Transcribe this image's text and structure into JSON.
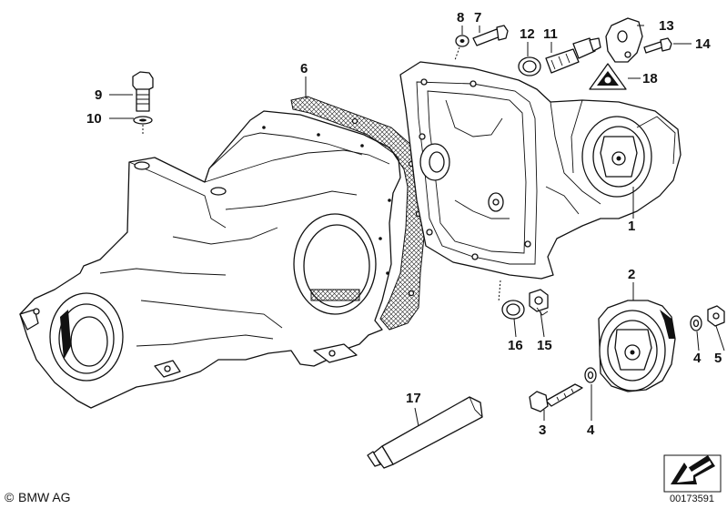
{
  "callouts": {
    "p1": "1",
    "p2": "2",
    "p3": "3",
    "p4a": "4",
    "p4b": "4",
    "p5": "5",
    "p6": "6",
    "p7": "7",
    "p8": "8",
    "p9": "9",
    "p10": "10",
    "p11": "11",
    "p12": "12",
    "p13": "13",
    "p14": "14",
    "p15": "15",
    "p16": "16",
    "p17": "17",
    "p18": "18"
  },
  "footer": {
    "copyright_symbol": "©",
    "brand": "BMW AG",
    "document_number": "00173591"
  },
  "icons": {
    "warning_triangle": "warning-triangle-icon",
    "navigation_arrow": "arrow-nav-icon"
  }
}
